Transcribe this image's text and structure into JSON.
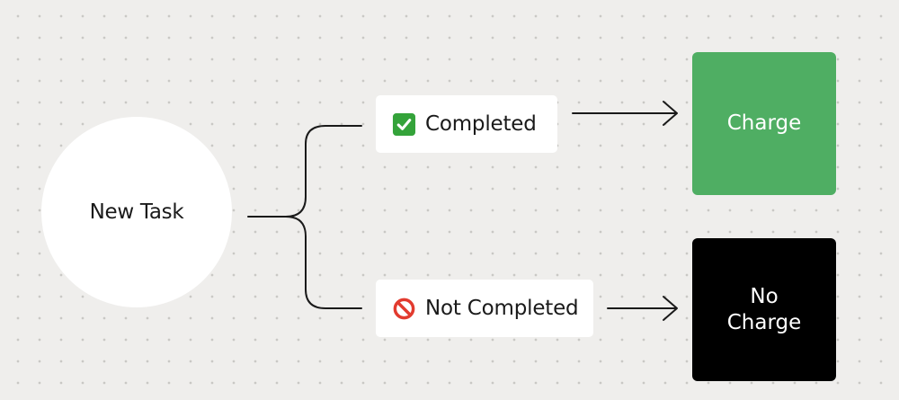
{
  "diagram": {
    "start_node": {
      "label": "New Task"
    },
    "branches": [
      {
        "status_label": "Completed",
        "status_icon": "check-mark-button-icon",
        "outcome_label": "Charge",
        "outcome_color": "#4fae63"
      },
      {
        "status_label": "Not Completed",
        "status_icon": "prohibited-icon",
        "outcome_label": "No Charge",
        "outcome_color": "#000000"
      }
    ]
  },
  "colors": {
    "background": "#efeeec",
    "connector": "#1a1a1a",
    "node_fill": "#ffffff"
  }
}
